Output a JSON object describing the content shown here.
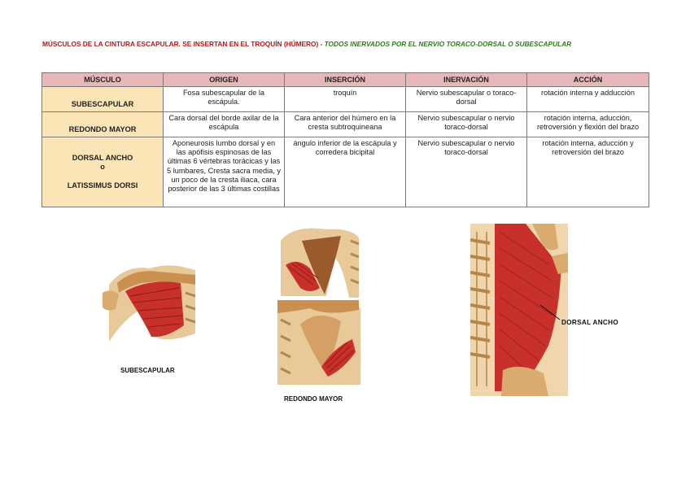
{
  "header": {
    "title_red": "MÚSCULOS DE LA CINTURA ESCAPULAR. SE INSERTAN EN EL TROQUÍN (HÚMERO) -",
    "title_green": " TODOS INERVADOS POR EL NERVIO TORACO-DORSAL O SUBESCAPULAR"
  },
  "table": {
    "headers": [
      "MÚSCULO",
      "ORIGEN",
      "INSERCIÓN",
      "INERVACIÓN",
      "ACCIÓN"
    ],
    "rows": [
      {
        "musculo": "SUBESCAPULAR",
        "origen": "Fosa subescapular de la escápula.",
        "insercion": "troquín",
        "inervacion": "Nervio subescapular o toraco-dorsal",
        "accion": "rotación interna y adducción"
      },
      {
        "musculo": "REDONDO MAYOR",
        "origen": "Cara dorsal del borde axilar de la escápula",
        "insercion": "Cara anterior del húmero en la cresta subtroquineana",
        "inervacion": "Nervio subescapular o nervio toraco-dorsal",
        "accion": "rotación interna, aducción, retroversión y flexión del brazo"
      },
      {
        "musculo_lines": [
          "DORSAL ANCHO",
          "o",
          "LATISSIMUS DORSI"
        ],
        "origen": "Aponeurosis lumbo dorsal y en las apófisis espinosas de las últimas 6 vértebras torácicas y las 5 lumbares, Cresta sacra media, y un poco de la cresta iliaca, cara posterior de las 3 últimas costillas",
        "insercion": "ángulo inferior de la escápula y corredera bicipital",
        "inervacion": "Nervio subescapular o nervio toraco-dorsal",
        "accion": "rotación interna, aducción y retroversión del brazo"
      }
    ]
  },
  "figures": {
    "subescapular_label": "SUBESCAPULAR",
    "redondo_label": "REDONDO MAYOR",
    "dorsal_callout": "DORSAL ANCHO"
  },
  "colors": {
    "header_fill": "#e6b8b7",
    "muscle_cell_fill": "#fbe5b6",
    "title_red": "#b11a1a",
    "title_green": "#2e7d1b",
    "muscle_red": "#c8302c",
    "bone": "#d9ab6e"
  }
}
